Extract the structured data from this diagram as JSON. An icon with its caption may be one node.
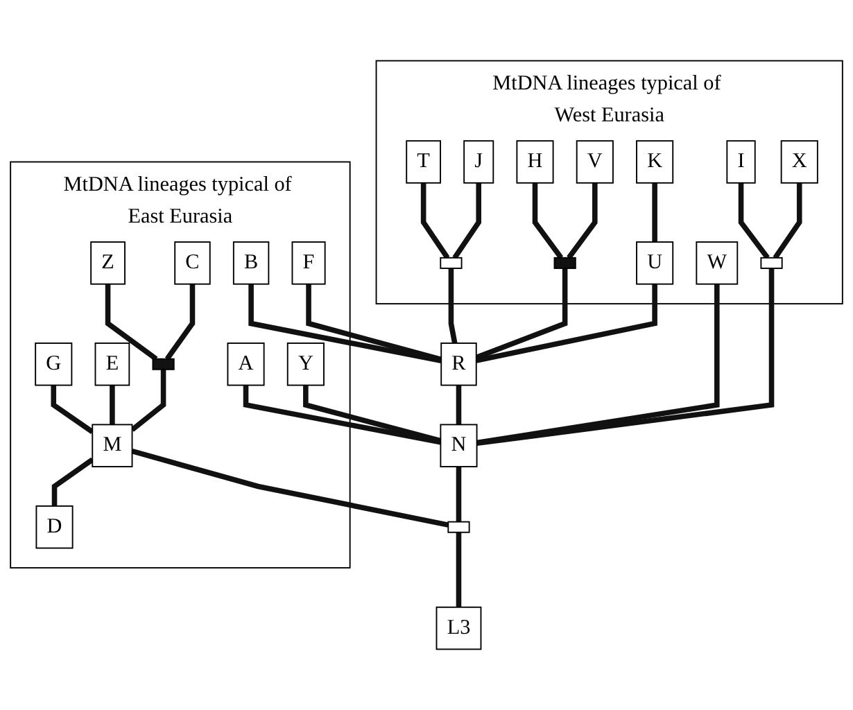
{
  "diagram": {
    "nodes": [
      {
        "text": [
          "MtDNA lineages typical of West Eurasia"
        ]
      },
      {
        "text": [
          "MtDNA lineages typical of East Eurasia"
        ]
      },
      {
        "text": [
          "T"
        ],
        "in": 0
      },
      {
        "text": [
          "J"
        ],
        "in": 0
      },
      {
        "text": [
          "H"
        ],
        "in": 0
      },
      {
        "text": [],
        "shape": "box",
        "in": 0
      },
      {
        "text": [
          "V"
        ],
        "in": 0
      },
      {
        "text": [],
        "shape": "box",
        "in": 0
      },
      {
        "text": [
          "U"
        ],
        "in": 0
      },
      {
        "text": [
          "K"
        ],
        "in": 0
      },
      {
        "text": [
          "R"
        ]
      },
      {
        "text": [
          "W"
        ],
        "in": 0
      },
      {
        "text": [
          "I"
        ],
        "in": 0
      },
      {
        "text": [],
        "shape": "box",
        "in": 0
      },
      {
        "text": [
          "X"
        ],
        "in": 0
      },
      {
        "text": [
          "B"
        ],
        "in": 1
      },
      {
        "text": [
          "F"
        ],
        "in": 1
      },
      {
        "text": [
          "A"
        ],
        "in": 1
      },
      {
        "text": [
          "Y"
        ],
        "in": 1
      },
      {
        "text": [
          "G"
        ],
        "in": 1
      },
      {
        "text": [
          "E"
        ],
        "in": 1
      },
      {
        "text": [
          "Z"
        ],
        "in": 1
      },
      {
        "text": [],
        "shape": "box",
        "in": 1
      },
      {
        "text": [
          "C"
        ],
        "in": 1
      },
      {
        "text": [
          "M"
        ],
        "in": 1
      },
      {
        "text": [
          "D"
        ],
        "in": 1
      },
      {
        "text": [
          "N"
        ]
      },
      {
        "text": [],
        "shape": "box"
      },
      {
        "text": [
          "L3"
        ]
      }
    ],
    "edges": [
      {
        "from": 2,
        "to": 5,
        "arrow": "none"
      },
      {
        "from": 3,
        "to": 5,
        "arrow": "none"
      },
      {
        "from": 5,
        "to": 10,
        "arrow": "none"
      },
      {
        "from": 4,
        "to": 7,
        "arrow": "none"
      },
      {
        "from": 6,
        "to": 7,
        "arrow": "none"
      },
      {
        "from": 7,
        "to": 10,
        "arrow": "none"
      },
      {
        "from": 9,
        "to": 8,
        "arrow": "none"
      },
      {
        "from": 8,
        "to": 10,
        "arrow": "none"
      },
      {
        "from": 15,
        "to": 10,
        "arrow": "none"
      },
      {
        "from": 16,
        "to": 10,
        "arrow": "none"
      },
      {
        "from": 10,
        "to": 26,
        "arrow": "none"
      },
      {
        "from": 11,
        "to": 26,
        "arrow": "none"
      },
      {
        "from": 12,
        "to": 13,
        "arrow": "none"
      },
      {
        "from": 14,
        "to": 13,
        "arrow": "none"
      },
      {
        "from": 13,
        "to": 26,
        "arrow": "none"
      },
      {
        "from": 17,
        "to": 26,
        "arrow": "none"
      },
      {
        "from": 18,
        "to": 26,
        "arrow": "none"
      },
      {
        "from": 26,
        "to": 27,
        "arrow": "none"
      },
      {
        "from": 27,
        "to": 28,
        "arrow": "none"
      },
      {
        "from": 24,
        "to": 27,
        "arrow": "none"
      },
      {
        "from": 19,
        "to": 24,
        "arrow": "none"
      },
      {
        "from": 20,
        "to": 24,
        "arrow": "none"
      },
      {
        "from": 21,
        "to": 22,
        "arrow": "none"
      },
      {
        "from": 23,
        "to": 22,
        "arrow": "none"
      },
      {
        "from": 22,
        "to": 24,
        "arrow": "none"
      },
      {
        "from": 24,
        "to": 25,
        "arrow": "none"
      }
    ]
  }
}
